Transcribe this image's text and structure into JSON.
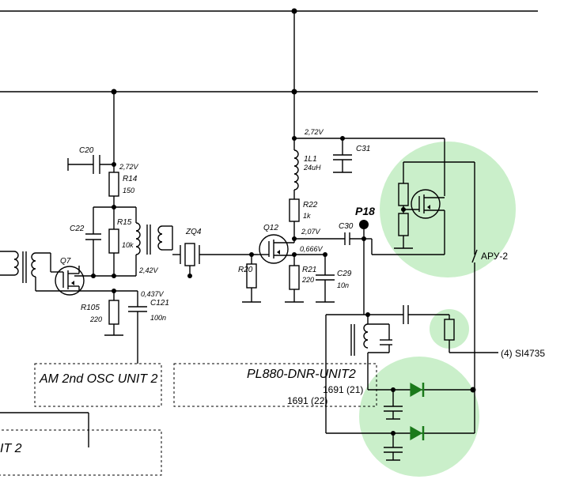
{
  "highlight_color": "#b8eab8",
  "diode_color": "#1a7a1a",
  "components": {
    "c20": "C20",
    "r14": "R14",
    "r14_val": "150",
    "v_r14": "2,72V",
    "c22": "C22",
    "r15": "R15",
    "r15_val": "10k",
    "v_242": "2,42V",
    "zq4": "ZQ4",
    "q7": "Q7",
    "r105": "R105",
    "r105_val": "220",
    "v_0437": "0,437V",
    "c121": "C121",
    "c121_val": "100n",
    "l1": "1L1",
    "l1_val": "24uH",
    "c31": "C31",
    "v_272": "2,72V",
    "r22": "R22",
    "r22_val": "1k",
    "q12": "Q12",
    "v_207": "2,07V",
    "c30": "C30",
    "p18": "P18",
    "v_0666": "0,666V",
    "r20": "R20",
    "r21": "R21",
    "r21_val": "220",
    "c29": "C29",
    "c29_val": "10n",
    "agc": "АРУ-2",
    "si4735": "(4) SI4735",
    "pin21": "1691 (21)",
    "pin22": "1691 (22)"
  },
  "blocks": {
    "am_osc": "AM 2nd OSC UNIT 2",
    "dnr": "PL880-DNR-UNIT2",
    "left": "IT 2"
  }
}
